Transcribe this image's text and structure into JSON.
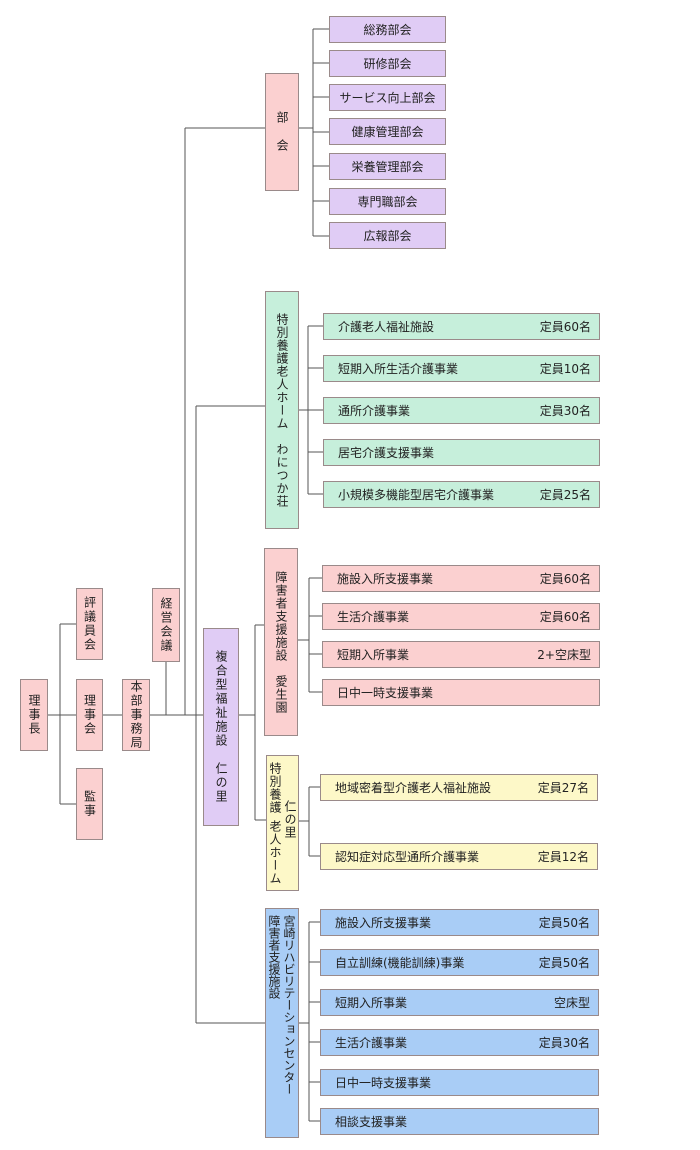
{
  "colors": {
    "pink": "#fbd0d0",
    "purple": "#e0ccf5",
    "green": "#c6efdb",
    "yellow": "#fdf8c8",
    "blue": "#a9cdf6",
    "line": "#555555"
  },
  "root": {
    "chairman": "理事長",
    "council": "評議員会",
    "board": "理事会",
    "auditor": "監事",
    "hq": "本部事務局",
    "management": "経営会議"
  },
  "complex": "複合型福祉施設　仁の里",
  "bukai": {
    "title": "部　会",
    "items": [
      "総務部会",
      "研修部会",
      "サービス向上部会",
      "健康管理部会",
      "栄養管理部会",
      "専門職部会",
      "広報部会"
    ]
  },
  "wanitsuka": {
    "title": "特別養護老人ホーム　わにつか荘",
    "items": [
      {
        "label": "介護老人福祉施設",
        "cap": "定員60名"
      },
      {
        "label": "短期入所生活介護事業",
        "cap": "定員10名"
      },
      {
        "label": "通所介護事業",
        "cap": "定員30名"
      },
      {
        "label": "居宅介護支援事業",
        "cap": ""
      },
      {
        "label": "小規模多機能型居宅介護事業",
        "cap": "定員25名"
      }
    ]
  },
  "aisei": {
    "title": "障害者支援施設　愛生園",
    "items": [
      {
        "label": "施設入所支援事業",
        "cap": "定員60名"
      },
      {
        "label": "生活介護事業",
        "cap": "定員60名"
      },
      {
        "label": "短期入所事業",
        "cap": "2+空床型"
      },
      {
        "label": "日中一時支援事業",
        "cap": ""
      }
    ]
  },
  "jinnosato": {
    "title_a": "特別養護",
    "title_b": "老人ホーム",
    "title_c": "仁の里",
    "items": [
      {
        "label": "地域密着型介護老人福祉施設",
        "cap": "定員27名"
      },
      {
        "label": "認知症対応型通所介護事業",
        "cap": "定員12名"
      }
    ]
  },
  "miyazaki": {
    "title_a": "宮崎リハビリテーションセンター",
    "title_b": "障害者支援施設",
    "items": [
      {
        "label": "施設入所支援事業",
        "cap": "定員50名"
      },
      {
        "label": "自立訓練(機能訓練)事業",
        "cap": "定員50名"
      },
      {
        "label": "短期入所事業",
        "cap": "空床型"
      },
      {
        "label": "生活介護事業",
        "cap": "定員30名"
      },
      {
        "label": "日中一時支援事業",
        "cap": ""
      },
      {
        "label": "相談支援事業",
        "cap": ""
      }
    ]
  }
}
